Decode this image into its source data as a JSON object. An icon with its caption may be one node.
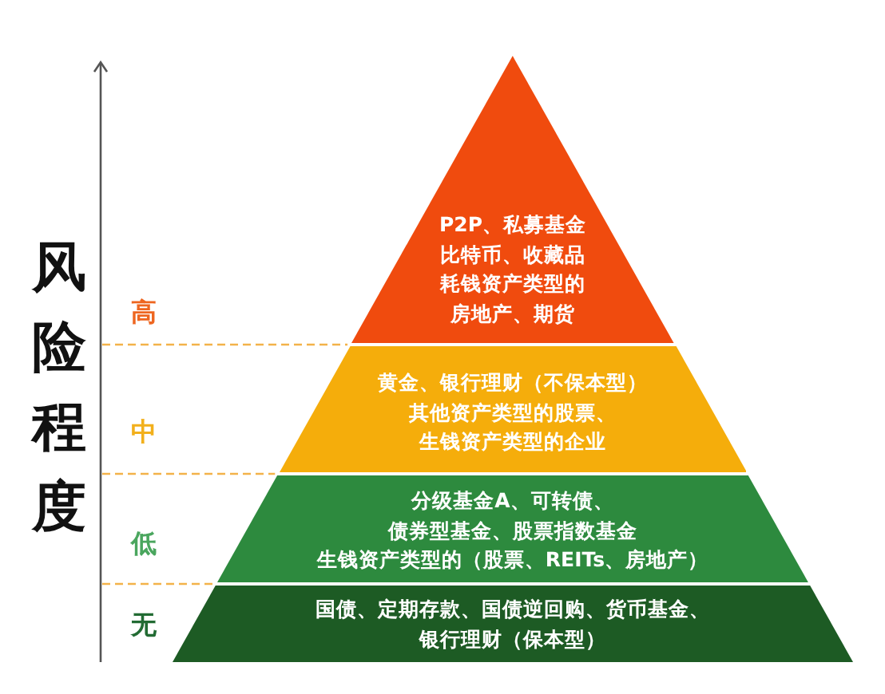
{
  "diagram": {
    "nodes": [
      {
        "text": [
          "P2P、私募基金比特币、收藏品耗钱资产类型的房地产、期货"
        ]
      },
      {
        "text": [
          "黄金、银行理财（不保本型）其他资产类型的股票、生钱资产类型的企业"
        ]
      },
      {
        "text": [
          "分级基金A、可转债、债券型基金、股票指数基金生钱资产类型的（股票、REITs、房地产）"
        ]
      },
      {
        "text": [
          "国债、定期存款、国债逆回购、货币基金、银行理财（保本型）"
        ]
      }
    ],
    "labels": [
      "风险程度",
      "高",
      "中",
      "低",
      "无"
    ]
  }
}
